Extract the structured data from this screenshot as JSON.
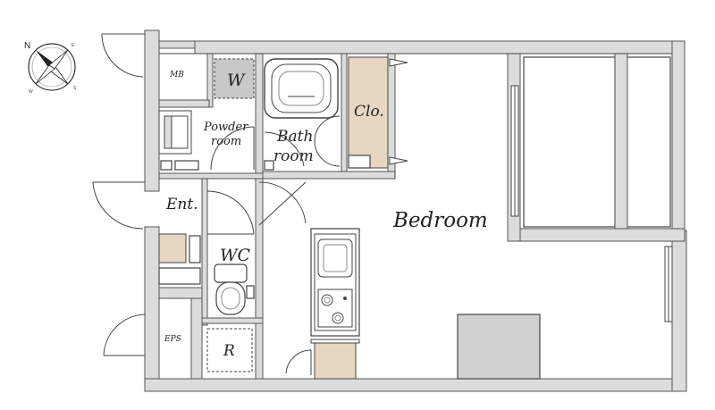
{
  "rooms": {
    "mb": "MB",
    "w": "W",
    "powder_line1": "Powder",
    "powder_line2": "room",
    "bath_line1": "Bath",
    "bath_line2": "room",
    "closet": "Clo.",
    "entrance": "Ent.",
    "wc": "WC",
    "bedroom": "Bedroom",
    "eps": "EPS",
    "r": "R"
  },
  "compass": {
    "north": "N",
    "east": "E",
    "south": "S",
    "west": "W"
  },
  "colors": {
    "wall_fill": "#dcdcdc",
    "closet_fill": "#e6d6c2",
    "storage_fill": "#e6d6c2",
    "balcony_fill": "#d0d0d0",
    "washer_fill": "#c8c8c8",
    "line": "#444444"
  }
}
